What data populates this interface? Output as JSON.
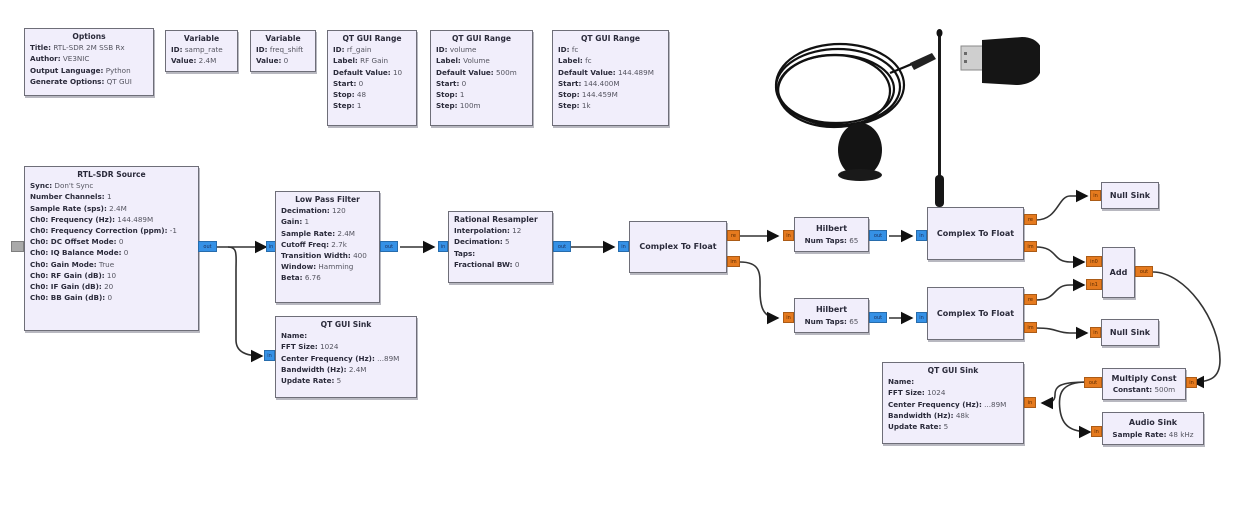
{
  "flowgraph": {
    "options": {
      "title": "Options",
      "rows": [
        {
          "k": "Title:",
          "v": "RTL-SDR 2M SSB Rx"
        },
        {
          "k": "Author:",
          "v": "VE3NIC"
        },
        {
          "k": "Output Language:",
          "v": "Python"
        },
        {
          "k": "Generate Options:",
          "v": "QT GUI"
        }
      ]
    },
    "var_samp_rate": {
      "title": "Variable",
      "rows": [
        {
          "k": "ID:",
          "v": "samp_rate"
        },
        {
          "k": "Value:",
          "v": "2.4M"
        }
      ]
    },
    "var_freq_shift": {
      "title": "Variable",
      "rows": [
        {
          "k": "ID:",
          "v": "freq_shift"
        },
        {
          "k": "Value:",
          "v": "0"
        }
      ]
    },
    "range_rf_gain": {
      "title": "QT GUI Range",
      "rows": [
        {
          "k": "ID:",
          "v": "rf_gain"
        },
        {
          "k": "Label:",
          "v": "RF Gain"
        },
        {
          "k": "Default Value:",
          "v": "10"
        },
        {
          "k": "Start:",
          "v": "0"
        },
        {
          "k": "Stop:",
          "v": "48"
        },
        {
          "k": "Step:",
          "v": "1"
        }
      ]
    },
    "range_volume": {
      "title": "QT GUI Range",
      "rows": [
        {
          "k": "ID:",
          "v": "volume"
        },
        {
          "k": "Label:",
          "v": "Volume"
        },
        {
          "k": "Default Value:",
          "v": "500m"
        },
        {
          "k": "Start:",
          "v": "0"
        },
        {
          "k": "Stop:",
          "v": "1"
        },
        {
          "k": "Step:",
          "v": "100m"
        }
      ]
    },
    "range_fc": {
      "title": "QT GUI Range",
      "rows": [
        {
          "k": "ID:",
          "v": "fc"
        },
        {
          "k": "Label:",
          "v": "fc"
        },
        {
          "k": "Default Value:",
          "v": "144.489M"
        },
        {
          "k": "Start:",
          "v": "144.400M"
        },
        {
          "k": "Stop:",
          "v": "144.459M"
        },
        {
          "k": "Step:",
          "v": "1k"
        }
      ]
    },
    "rtl_source": {
      "title": "RTL-SDR Source",
      "rows": [
        {
          "k": "Sync:",
          "v": "Don't Sync"
        },
        {
          "k": "Number Channels:",
          "v": "1"
        },
        {
          "k": "Sample Rate (sps):",
          "v": "2.4M"
        },
        {
          "k": "Ch0: Frequency (Hz):",
          "v": "144.489M"
        },
        {
          "k": "Ch0: Frequency Correction (ppm):",
          "v": "-1"
        },
        {
          "k": "Ch0: DC Offset Mode:",
          "v": "0"
        },
        {
          "k": "Ch0: IQ Balance Mode:",
          "v": "0"
        },
        {
          "k": "Ch0: Gain Mode:",
          "v": "True"
        },
        {
          "k": "Ch0: RF Gain (dB):",
          "v": "10"
        },
        {
          "k": "Ch0: IF Gain (dB):",
          "v": "20"
        },
        {
          "k": "Ch0: BB Gain (dB):",
          "v": "0"
        }
      ],
      "in_port": "",
      "out_port": "out"
    },
    "lpf": {
      "title": "Low Pass Filter",
      "rows": [
        {
          "k": "Decimation:",
          "v": "120"
        },
        {
          "k": "Gain:",
          "v": "1"
        },
        {
          "k": "Sample Rate:",
          "v": "2.4M"
        },
        {
          "k": "Cutoff Freq:",
          "v": "2.7k"
        },
        {
          "k": "Transition Width:",
          "v": "400"
        },
        {
          "k": "Window:",
          "v": "Hamming"
        },
        {
          "k": "Beta:",
          "v": "6.76"
        }
      ],
      "in_port": "in",
      "out_port": "out"
    },
    "qt_sink_1": {
      "title": "QT GUI Sink",
      "rows": [
        {
          "k": "Name:",
          "v": ""
        },
        {
          "k": "FFT Size:",
          "v": "1024"
        },
        {
          "k": "Center Frequency (Hz):",
          "v": "...89M"
        },
        {
          "k": "Bandwidth (Hz):",
          "v": "2.4M"
        },
        {
          "k": "Update Rate:",
          "v": "5"
        }
      ],
      "in_port": "in"
    },
    "resampler": {
      "title": "Rational Resampler",
      "rows": [
        {
          "k": "Interpolation:",
          "v": "12"
        },
        {
          "k": "Decimation:",
          "v": "5"
        },
        {
          "k": "Taps:",
          "v": ""
        },
        {
          "k": "Fractional BW:",
          "v": "0"
        }
      ],
      "in_port": "in",
      "out_port": "out"
    },
    "c2f_main": {
      "title": "Complex To Float",
      "in_port": "in",
      "out_ports": [
        "re",
        "im"
      ]
    },
    "hilbert_1": {
      "title": "Hilbert",
      "rows": [
        {
          "k": "Num Taps:",
          "v": "65"
        }
      ],
      "in_port": "in",
      "out_port": "out"
    },
    "hilbert_2": {
      "title": "Hilbert",
      "rows": [
        {
          "k": "Num Taps:",
          "v": "65"
        }
      ],
      "in_port": "in",
      "out_port": "out"
    },
    "c2f_1": {
      "title": "Complex To Float",
      "in_port": "in",
      "out_ports": [
        "re",
        "im"
      ]
    },
    "c2f_2": {
      "title": "Complex To Float",
      "in_port": "in",
      "out_ports": [
        "re",
        "im"
      ]
    },
    "null_sink_1": {
      "title": "Null Sink",
      "in_port": "in"
    },
    "null_sink_2": {
      "title": "Null Sink",
      "in_port": "in"
    },
    "add": {
      "title": "Add",
      "in_ports": [
        "in0",
        "in1"
      ],
      "out_port": "out"
    },
    "mult_const": {
      "title": "Multiply Const",
      "rows": [
        {
          "k": "Constant:",
          "v": "500m"
        }
      ],
      "in_port": "in",
      "out_port": "out"
    },
    "audio_sink": {
      "title": "Audio Sink",
      "rows": [
        {
          "k": "Sample Rate:",
          "v": "48 kHz"
        }
      ],
      "in_port": "in"
    },
    "qt_sink_2": {
      "title": "QT GUI Sink",
      "rows": [
        {
          "k": "Name:",
          "v": ""
        },
        {
          "k": "FFT Size:",
          "v": "1024"
        },
        {
          "k": "Center Frequency (Hz):",
          "v": "...89M"
        },
        {
          "k": "Bandwidth (Hz):",
          "v": "48k"
        },
        {
          "k": "Update Rate:",
          "v": "5"
        }
      ],
      "in_port": "in"
    }
  },
  "photo": {
    "subject": "RTL-SDR USB dongle with magnetic-base antenna"
  },
  "colors": {
    "block_bg": "#f1eefb",
    "complex_port": "#3591e6",
    "float_port": "#e57a1e",
    "wire": "#222222"
  }
}
